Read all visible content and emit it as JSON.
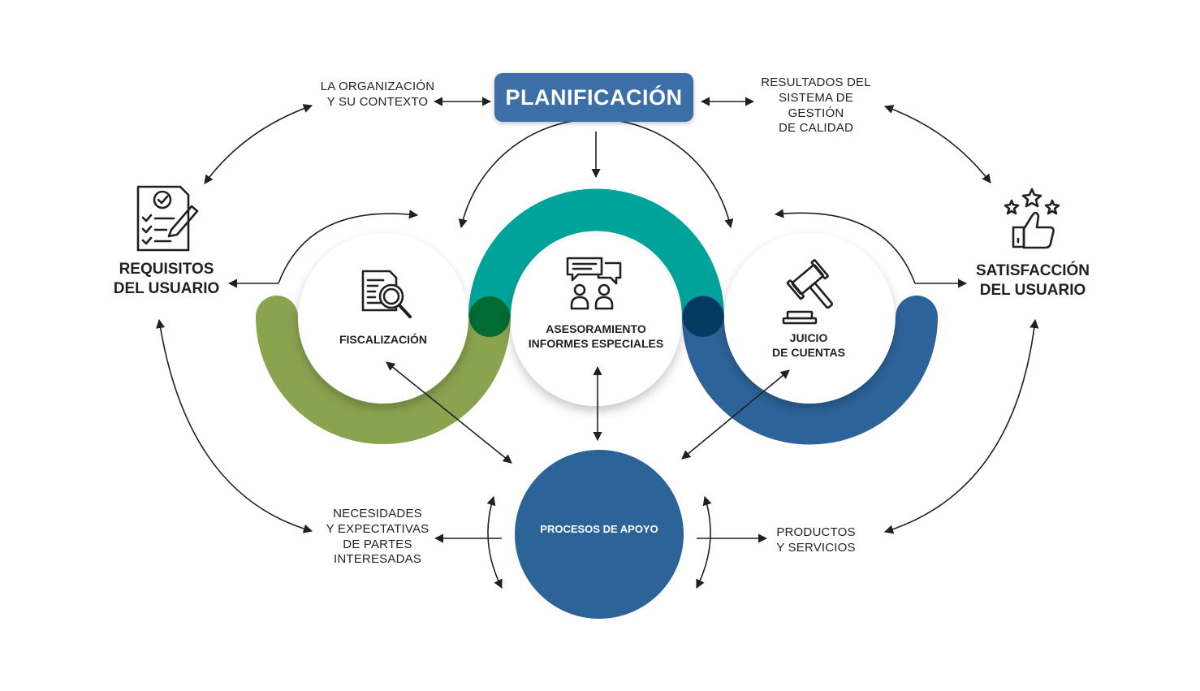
{
  "colors": {
    "green": "#8aa34f",
    "dark_green": "#006b33",
    "teal": "#00a39a",
    "blue": "#2c6399",
    "navy": "#043b64",
    "plan_blue": "#3c6ea8",
    "arrow": "#231f20"
  },
  "planning": {
    "label": "PLANIFICACIÓN"
  },
  "top_left": {
    "line1": "LA ORGANIZACIÓN",
    "line2": "Y SU CONTEXTO"
  },
  "top_right": {
    "line1": "RESULTADOS DEL",
    "line2": "SISTEMA DE GESTIÓN",
    "line3": "DE CALIDAD"
  },
  "left_node": {
    "line1": "REQUISITOS",
    "line2": "DEL USUARIO",
    "icon": "checklist-pencil-icon"
  },
  "right_node": {
    "line1": "SATISFACCIÓN",
    "line2": "DEL USUARIO",
    "icon": "thumbs-up-stars-icon"
  },
  "circles": {
    "fiscalizacion": {
      "label": "FISCALIZACIÓN",
      "icon": "document-magnifier-icon"
    },
    "asesoramiento": {
      "line1": "ASESORAMIENTO",
      "line2": "INFORMES ESPECIALES",
      "icon": "chat-people-icon"
    },
    "juicio": {
      "line1": "JUICIO",
      "line2": "DE CUENTAS",
      "icon": "gavel-icon"
    }
  },
  "support": {
    "label": "PROCESOS DE APOYO"
  },
  "bottom_left": {
    "line1": "NECESIDADES",
    "line2": "Y EXPECTATIVAS",
    "line3": "DE PARTES",
    "line4": "INTERESADAS"
  },
  "bottom_right": {
    "line1": "PRODUCTOS",
    "line2": "Y SERVICIOS"
  }
}
